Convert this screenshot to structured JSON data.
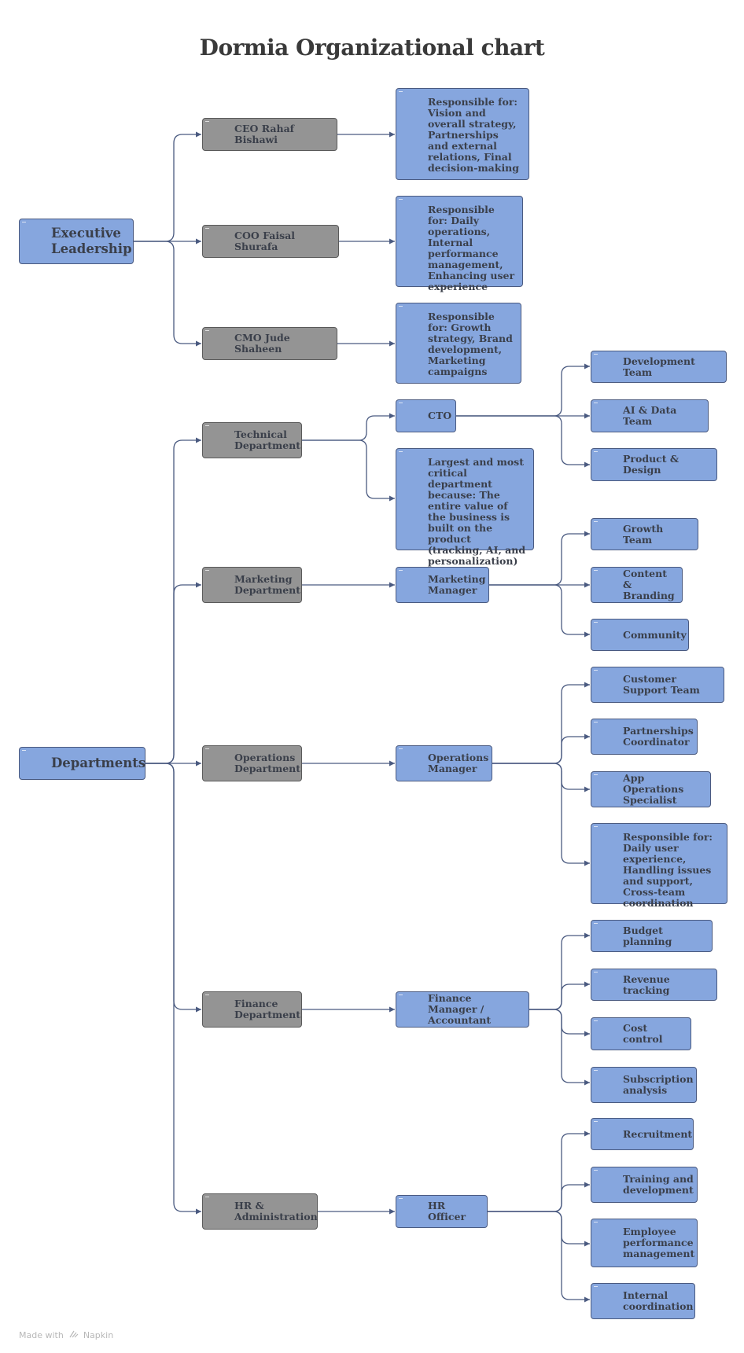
{
  "title": "Dormia Organizational chart",
  "footer": {
    "made_with": "Made with",
    "brand": "Napkin"
  },
  "nodes": {
    "exec": "Executive Leadership",
    "ceo": "CEO Rahaf Bishawi",
    "ceo_desc": "Responsible for: Vision and overall strategy, Partnerships and external relations, Final decision-making",
    "coo": "COO Faisal Shurafa",
    "coo_desc": "Responsible for: Daily operations, Internal performance management, Enhancing user experience",
    "cmo": "CMO Jude Shaheen",
    "cmo_desc": "Responsible for: Growth strategy, Brand development, Marketing campaigns",
    "departments": "Departments",
    "tech": "Technical Department",
    "cto": "CTO",
    "tech_desc": "Largest and most critical department because: The entire value of the business is built on the product (tracking, AI, and personalization)",
    "dev": "Development Team",
    "ai": "AI & Data Team",
    "product": "Product & Design",
    "mkt": "Marketing Department",
    "mkt_mgr": "Marketing Manager",
    "growth": "Growth Team",
    "content": "Content & Branding",
    "community": "Community",
    "ops": "Operations Department",
    "ops_mgr": "Operations Manager",
    "support": "Customer Support Team",
    "partners": "Partnerships Coordinator",
    "appops": "App Operations Specialist",
    "ops_desc": "Responsible for: Daily user experience, Handling issues and support, Cross-team coordination",
    "fin": "Finance Department",
    "fin_mgr": "Finance Manager / Accountant",
    "budget": "Budget planning",
    "revenue": "Revenue tracking",
    "cost": "Cost control",
    "subs": "Subscription analysis",
    "hr": "HR & Administration",
    "hr_officer": "HR Officer",
    "recruit": "Recruitment",
    "training": "Training and development",
    "perf": "Employee performance management",
    "coord": "Internal coordination"
  },
  "colors": {
    "node_blue": "#86a6de",
    "node_gray": "#949494",
    "line": "#4a5a80"
  }
}
